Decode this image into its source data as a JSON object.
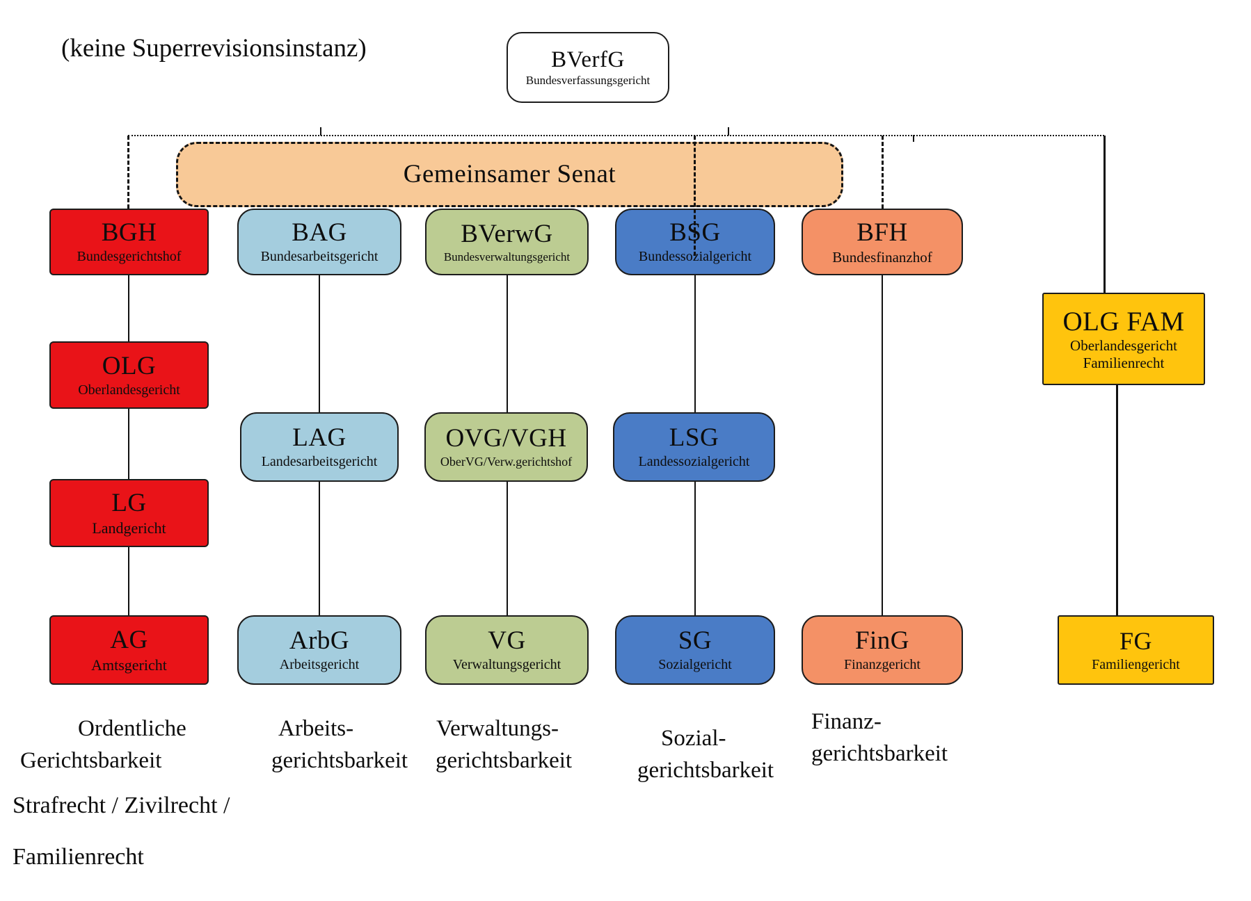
{
  "note": "(keine Superrevisionsinstanz)",
  "colors": {
    "red": "#e91318",
    "light_blue": "#a4cdde",
    "green": "#bccc92",
    "blue": "#4a7cc6",
    "salmon": "#f49166",
    "peach": "#f8c997",
    "gold": "#ffc40d",
    "line": "#111111"
  },
  "bverfg": {
    "abbr": "BVerfG",
    "name": "Bundesverfassungsgericht"
  },
  "senat": {
    "label": "Gemeinsamer Senat"
  },
  "courts": {
    "bgh": {
      "abbr": "BGH",
      "name": "Bundesgerichtshof"
    },
    "bag": {
      "abbr": "BAG",
      "name": "Bundesarbeitsgericht"
    },
    "bverwg": {
      "abbr": "BVerwG",
      "name": "Bundesverwaltungsgericht"
    },
    "bsg": {
      "abbr": "BSG",
      "name": "Bundessozialgericht"
    },
    "bfh": {
      "abbr": "BFH",
      "name": "Bundesfinanzhof"
    },
    "olgfam": {
      "abbr": "OLG FAM",
      "name": "Oberlandesgericht",
      "name2": "Familienrecht"
    },
    "olg": {
      "abbr": "OLG",
      "name": "Oberlandesgericht"
    },
    "lag": {
      "abbr": "LAG",
      "name": "Landesarbeitsgericht"
    },
    "ovg": {
      "abbr": "OVG/VGH",
      "name": "OberVG/Verw.gerichtshof"
    },
    "lsg": {
      "abbr": "LSG",
      "name": "Landessozialgericht"
    },
    "lg": {
      "abbr": "LG",
      "name": "Landgericht"
    },
    "ag": {
      "abbr": "AG",
      "name": "Amtsgericht"
    },
    "arbg": {
      "abbr": "ArbG",
      "name": "Arbeitsgericht"
    },
    "vg": {
      "abbr": "VG",
      "name": "Verwaltungsgericht"
    },
    "sg": {
      "abbr": "SG",
      "name": "Sozialgericht"
    },
    "fing": {
      "abbr": "FinG",
      "name": "Finanzgericht"
    },
    "fg": {
      "abbr": "FG",
      "name": "Familiengericht"
    }
  },
  "branches": {
    "ordentliche": {
      "line1": "Ordentliche",
      "line2": "Gerichtsbarkeit"
    },
    "arbeit": {
      "line1": "Arbeits-",
      "line2": "gerichtsbarkeit"
    },
    "verwaltung": {
      "line1": "Verwaltungs-",
      "line2": "gerichtsbarkeit"
    },
    "sozial": {
      "line1": "Sozial-",
      "line2": "gerichtsbarkeit"
    },
    "finanz": {
      "line1": "Finanz-",
      "line2": "gerichtsbarkeit"
    }
  },
  "law_areas": {
    "line1": "Strafrecht / Zivilrecht /",
    "line2": "Familienrecht"
  }
}
